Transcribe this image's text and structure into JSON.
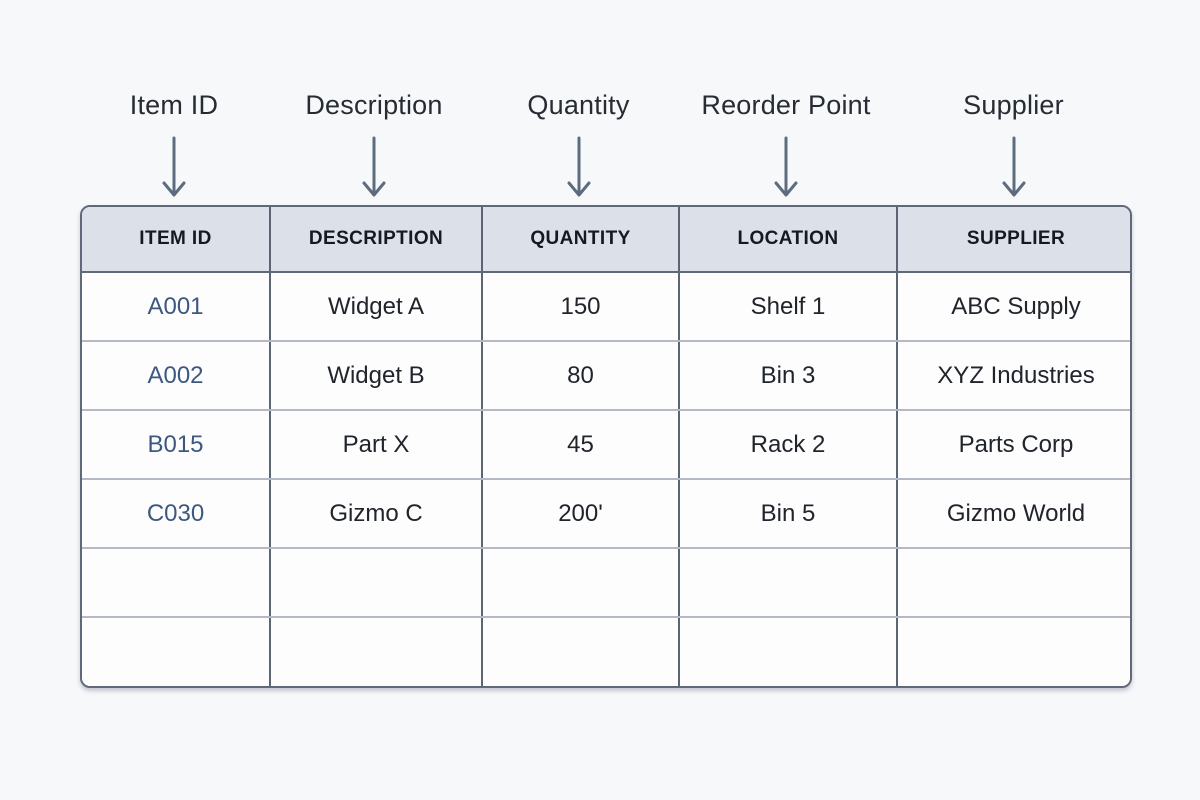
{
  "annotations": {
    "labels": [
      {
        "label": "Item ID"
      },
      {
        "label": "Description"
      },
      {
        "label": "Quantity"
      },
      {
        "label": "Reorder Point"
      },
      {
        "label": "Supplier"
      }
    ]
  },
  "table": {
    "headers": [
      "ITEM ID",
      "DESCRIPTION",
      "QUANTITY",
      "LOCATION",
      "SUPPLIER"
    ],
    "rows": [
      [
        "A001",
        "Widget A",
        "150",
        "Shelf 1",
        "ABC Supply"
      ],
      [
        "A002",
        "Widget B",
        "80",
        "Bin 3",
        "XYZ Industries"
      ],
      [
        "B015",
        "Part X",
        "45",
        "Rack 2",
        "Parts Corp"
      ],
      [
        "C030",
        "Gizmo C",
        "200'",
        "Bin 5",
        "Gizmo World"
      ],
      [
        "",
        "",
        "",
        "",
        ""
      ],
      [
        "",
        "",
        "",
        "",
        ""
      ]
    ]
  },
  "colors": {
    "page_background": "#f7f8fa",
    "header_background": "#dbe0e9",
    "outer_border": "#5f6979",
    "column_border": "#5c6574",
    "row_border": "#b3bac4",
    "item_id_text": "#3d5880",
    "body_text": "#20242b",
    "arrow": "#5d6b7e"
  }
}
